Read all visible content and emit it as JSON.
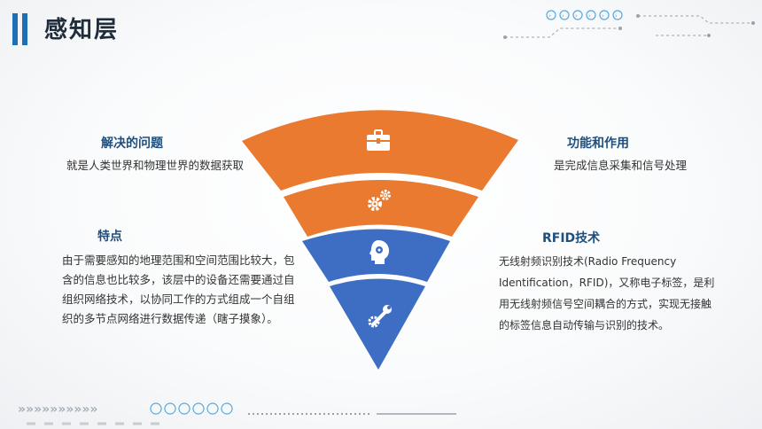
{
  "header": {
    "title": "感知层"
  },
  "colors": {
    "orange": "#ea7a2f",
    "blue": "#3e6ec4",
    "title_accent": "#1f6fb5",
    "heading": "#1e4f7d"
  },
  "funnel": {
    "segments": [
      {
        "icon": "briefcase-icon",
        "color": "#ea7a2f"
      },
      {
        "icon": "gears-icon",
        "color": "#ea7a2f"
      },
      {
        "icon": "head-gears-icon",
        "color": "#3e6ec4"
      },
      {
        "icon": "wrench-gear-icon",
        "color": "#3e6ec4"
      }
    ]
  },
  "blocks": {
    "problem": {
      "title": "解决的问题",
      "text": "就是人类世界和物理世界的数据获取"
    },
    "function": {
      "title": "功能和作用",
      "text": "是完成信息采集和信号处理"
    },
    "feature": {
      "title": "特点",
      "text": "由于需要感知的地理范围和空间范围比较大，包含的信息也比较多，该层中的设备还需要通过自组织网络技术，以协同工作的方式组成一个自组织的多节点网络进行数据传递（瞎子摸象）。"
    },
    "rfid": {
      "title": "RFID技术",
      "text": "无线射频识别技术(Radio Frequency Identification，RFID)，又称电子标签，是利用无线射频信号空间耦合的方式，实现无接触的标签信息自动传输与识别的技术。"
    }
  }
}
